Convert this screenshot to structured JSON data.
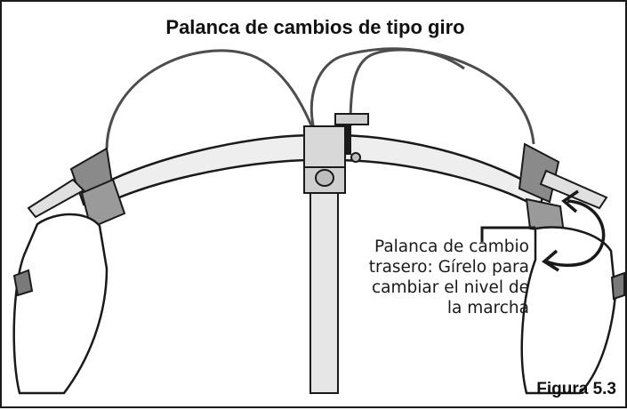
{
  "title": "Palanca de cambios de tipo giro",
  "callout": {
    "lines": [
      "Palanca de cambio",
      "trasero: Gírelo para",
      "cambiar el nivel de",
      "la marcha"
    ]
  },
  "figure_label": "Figura 5.3",
  "icons": [
    "handlebar-illustration",
    "rotation-arrow-icon"
  ],
  "colors": {
    "line": "#1a1a1a",
    "metal": "#e9e9e9",
    "grip": "#8a8a8a"
  }
}
